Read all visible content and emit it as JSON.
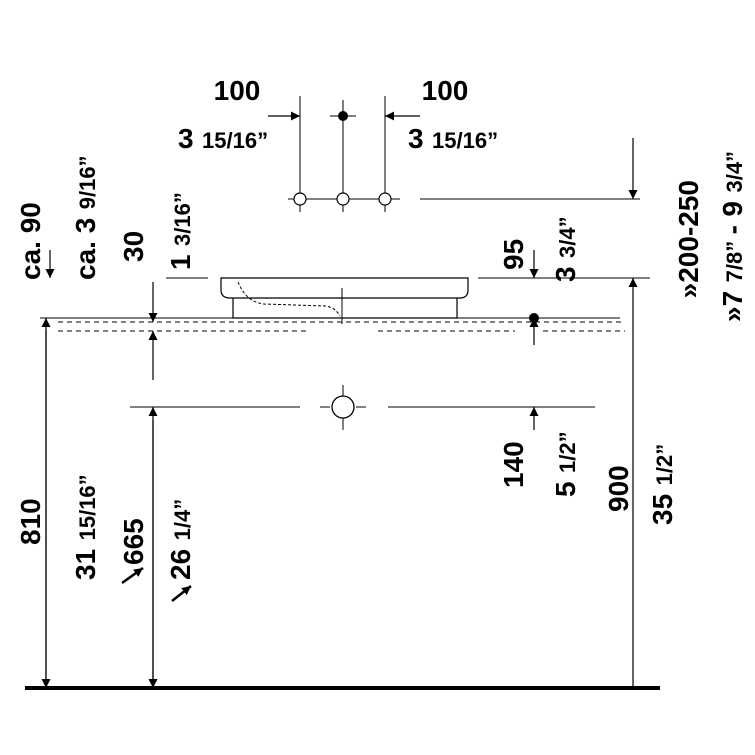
{
  "colors": {
    "ink": "#000000",
    "background": "#ffffff"
  },
  "dimensions": {
    "tap_spacing_left_mm": "100",
    "tap_spacing_left_in_whole": "3",
    "tap_spacing_left_in_frac": "15/16”",
    "tap_spacing_right_mm": "100",
    "tap_spacing_right_in_whole": "3",
    "tap_spacing_right_in_frac": "15/16”",
    "tap_to_wall_mm": "»200-250",
    "tap_to_wall_in_a_whole": "»7",
    "tap_to_wall_in_a_frac": "7/8”",
    "tap_to_wall_in_sep": "-",
    "tap_to_wall_in_b_whole": "9",
    "tap_to_wall_in_b_frac": "3/4”",
    "depth_mm": "ca. 90",
    "depth_in_prefix": "ca. 3",
    "depth_in_frac": "9/16”",
    "rim_mm": "30",
    "rim_in_whole": "1",
    "rim_in_frac": "3/16”",
    "basin_height_mm": "95",
    "basin_height_in_whole": "3",
    "basin_height_in_frac": "3/4”",
    "siphon_mm": "140",
    "siphon_in_whole": "5",
    "siphon_in_frac": "1/2”",
    "counter_height_mm": "810",
    "counter_height_in_whole": "31",
    "counter_height_in_frac": "15/16”",
    "drain_height_mm": "665",
    "drain_height_in_whole": "26",
    "drain_height_in_frac": "1/4”",
    "top_height_mm": "900",
    "top_height_in_whole": "35",
    "top_height_in_frac": "1/2”"
  }
}
